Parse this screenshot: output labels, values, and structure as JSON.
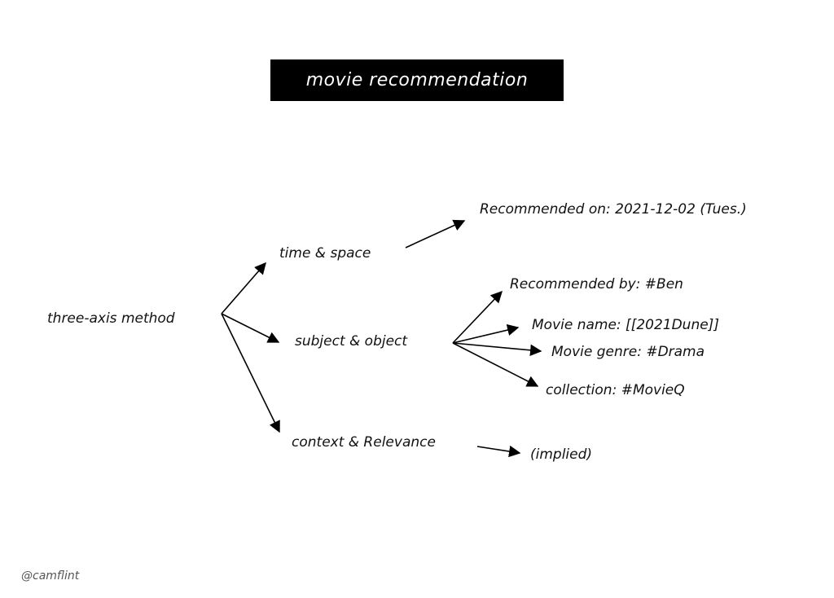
{
  "diagram": {
    "title": "movie recommendation",
    "root": "three-axis method",
    "branches": {
      "time_space": "time & space",
      "subject_object": "subject & object",
      "context_relevance": "context & Relevance"
    },
    "leaves": {
      "recommended_on": "Recommended on: 2021-12-02 (Tues.)",
      "recommended_by": "Recommended by: #Ben",
      "movie_name": "Movie name: [[2021Dune]]",
      "movie_genre": "Movie genre: #Drama",
      "collection": "collection: #MovieQ",
      "implied": "(implied)"
    },
    "credit": "@camflint"
  }
}
